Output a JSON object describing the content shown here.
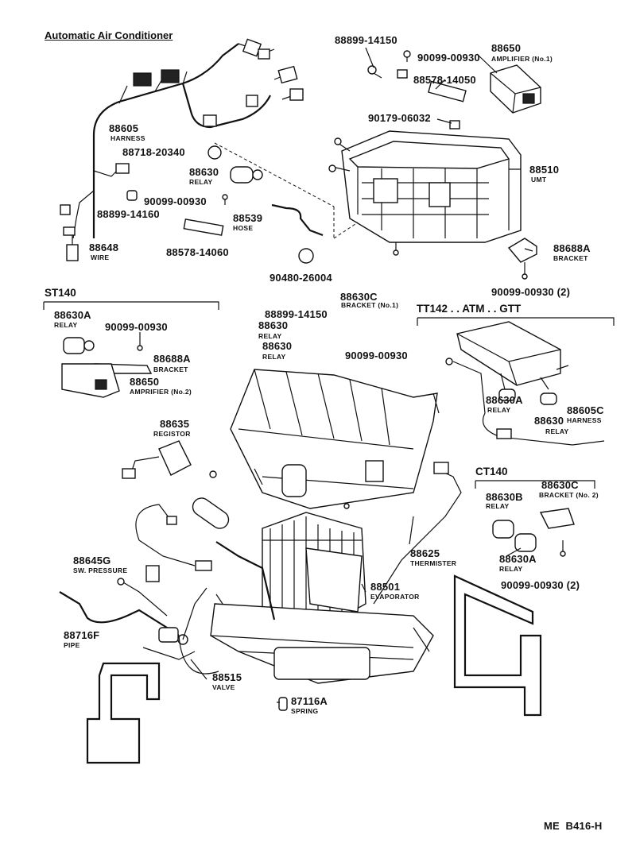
{
  "title": "Automatic Air Conditioner",
  "code": "ME  B416-H",
  "groups": [
    {
      "id": "st140",
      "label": "ST140"
    },
    {
      "id": "tt142",
      "label": "TT142 . . ATM . . GTT"
    },
    {
      "id": "ct140",
      "label": "CT140"
    }
  ],
  "parts": [
    {
      "id": "p88899-14150-a",
      "number": "88899-14150",
      "desc": ""
    },
    {
      "id": "p90099-00930-a",
      "number": "90099-00930",
      "desc": ""
    },
    {
      "id": "p88650-a",
      "number": "88650",
      "desc": "AMPLIFIER (No.1)"
    },
    {
      "id": "p88578-14050",
      "number": "88578-14050",
      "desc": ""
    },
    {
      "id": "p90179-06032",
      "number": "90179-06032",
      "desc": ""
    },
    {
      "id": "p88605",
      "number": "88605",
      "desc": "HARNESS"
    },
    {
      "id": "p88718-20340",
      "number": "88718-20340",
      "desc": ""
    },
    {
      "id": "p88630-a",
      "number": "88630",
      "desc": "RELAY"
    },
    {
      "id": "p88510",
      "number": "88510",
      "desc": "UMT"
    },
    {
      "id": "p90099-00930-b",
      "number": "90099-00930",
      "desc": ""
    },
    {
      "id": "p88899-14160",
      "number": "88899-14160",
      "desc": ""
    },
    {
      "id": "p88539",
      "number": "88539",
      "desc": "HOSE"
    },
    {
      "id": "p88648",
      "number": "88648",
      "desc": "WIRE"
    },
    {
      "id": "p88578-14060",
      "number": "88578-14060",
      "desc": ""
    },
    {
      "id": "p88688a-a",
      "number": "88688A",
      "desc": "BRACKET"
    },
    {
      "id": "p90480-26004",
      "number": "90480-26004",
      "desc": ""
    },
    {
      "id": "p90099-00930-c",
      "number": "90099-00930 (2)",
      "desc": ""
    },
    {
      "id": "p88630c-a",
      "number": "88630C",
      "desc": "BRACKET (No.1)"
    },
    {
      "id": "p88899-14150-b",
      "number": "88899-14150",
      "desc": ""
    },
    {
      "id": "p88630a-a",
      "number": "88630A",
      "desc": "RELAY"
    },
    {
      "id": "p90099-00930-d",
      "number": "90099-00930",
      "desc": ""
    },
    {
      "id": "p88630-b",
      "number": "88630",
      "desc": "RELAY"
    },
    {
      "id": "p88630-c",
      "number": "88630",
      "desc": "RELAY"
    },
    {
      "id": "p90099-00930-e",
      "number": "90099-00930",
      "desc": ""
    },
    {
      "id": "p88688a-b",
      "number": "88688A",
      "desc": "BRACKET"
    },
    {
      "id": "p88650-b",
      "number": "88650",
      "desc": "AMPRIFIER (No.2)"
    },
    {
      "id": "p88630a-b",
      "number": "88630A",
      "desc": "RELAY"
    },
    {
      "id": "p88630-d",
      "number": "88630",
      "desc": "RELAY"
    },
    {
      "id": "p88605c",
      "number": "88605C",
      "desc": "HARNESS"
    },
    {
      "id": "p88635",
      "number": "88635",
      "desc": "REGISTOR"
    },
    {
      "id": "p88630c-b",
      "number": "88630C",
      "desc": "BRACKET (No. 2)"
    },
    {
      "id": "p88630b",
      "number": "88630B",
      "desc": "RELAY"
    },
    {
      "id": "p88625",
      "number": "88625",
      "desc": "THERMISTER"
    },
    {
      "id": "p88630a-c",
      "number": "88630A",
      "desc": "RELAY"
    },
    {
      "id": "p88645g",
      "number": "88645G",
      "desc": "SW. PRESSURE"
    },
    {
      "id": "p90099-00930-f",
      "number": "90099-00930 (2)",
      "desc": ""
    },
    {
      "id": "p88501",
      "number": "88501",
      "desc": "EVAPORATOR"
    },
    {
      "id": "p88716f",
      "number": "88716F",
      "desc": "PIPE"
    },
    {
      "id": "p88515",
      "number": "88515",
      "desc": "VALVE"
    },
    {
      "id": "p87116a",
      "number": "87116A",
      "desc": "SPRING"
    }
  ]
}
